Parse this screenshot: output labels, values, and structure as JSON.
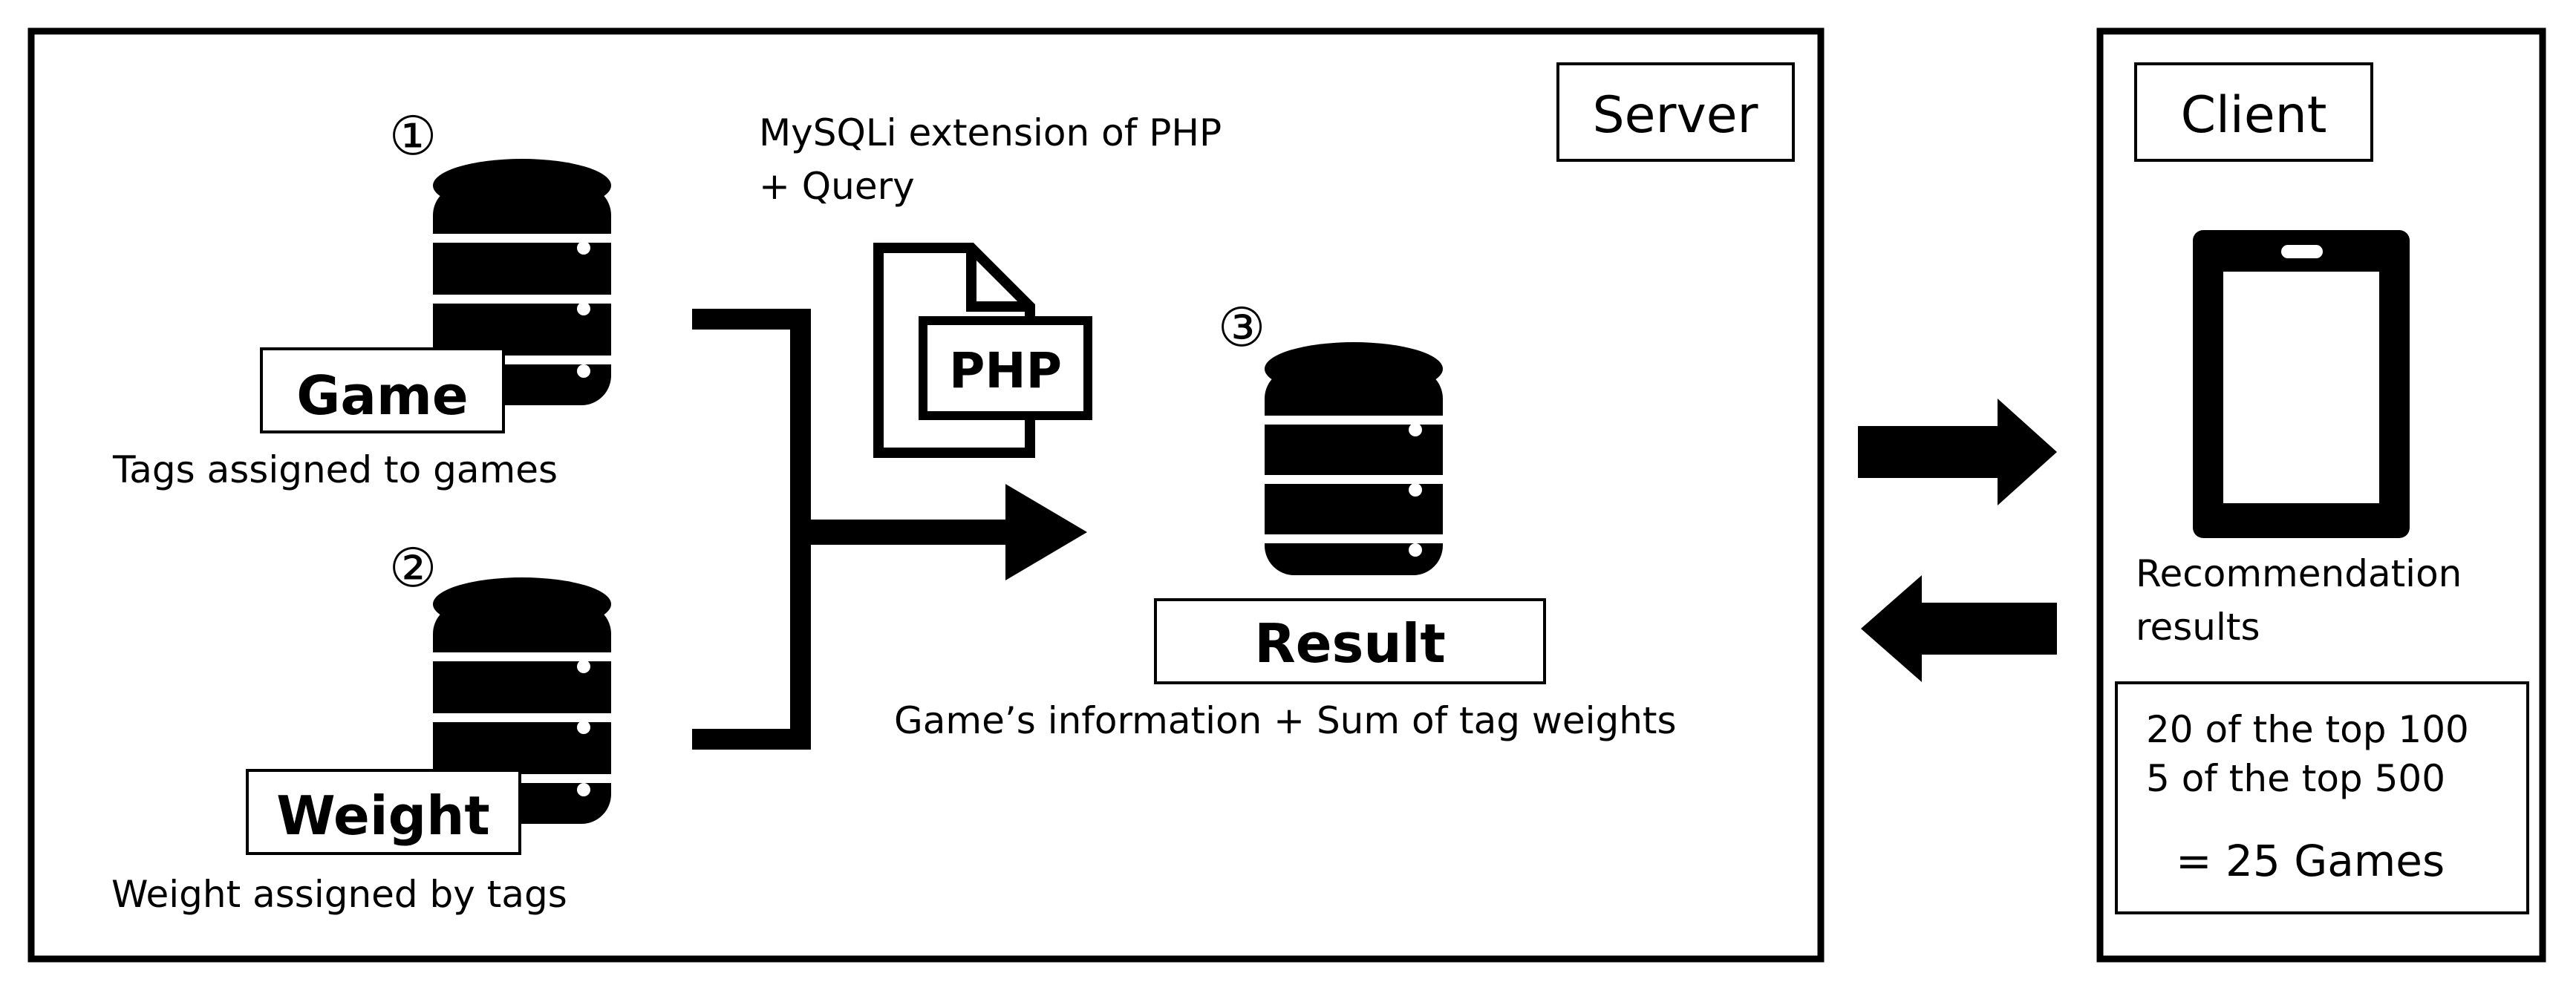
{
  "server": {
    "label": "Server",
    "databases": [
      {
        "number": "①",
        "name": "Game",
        "caption": "Tags assigned to games"
      },
      {
        "number": "②",
        "name": "Weight",
        "caption": "Weight assigned by tags"
      },
      {
        "number": "③",
        "name": "Result",
        "caption": "Game’s information + Sum of tag weights"
      }
    ],
    "php": {
      "badge": "PHP",
      "caption_line1": "MySQLi extension of PHP",
      "caption_line2": "+ Query"
    }
  },
  "client": {
    "label": "Client",
    "device_caption_line1": "Recommendation",
    "device_caption_line2": "results",
    "result_box": {
      "line1": "20 of the top 100",
      "line2": "5 of the top 500",
      "line3": "= 25 Games"
    }
  },
  "icons": [
    "database-icon",
    "php-file-icon",
    "smartphone-icon",
    "arrow-right-icon",
    "arrow-left-icon"
  ],
  "colors": {
    "ink": "#000000",
    "background": "#ffffff"
  }
}
